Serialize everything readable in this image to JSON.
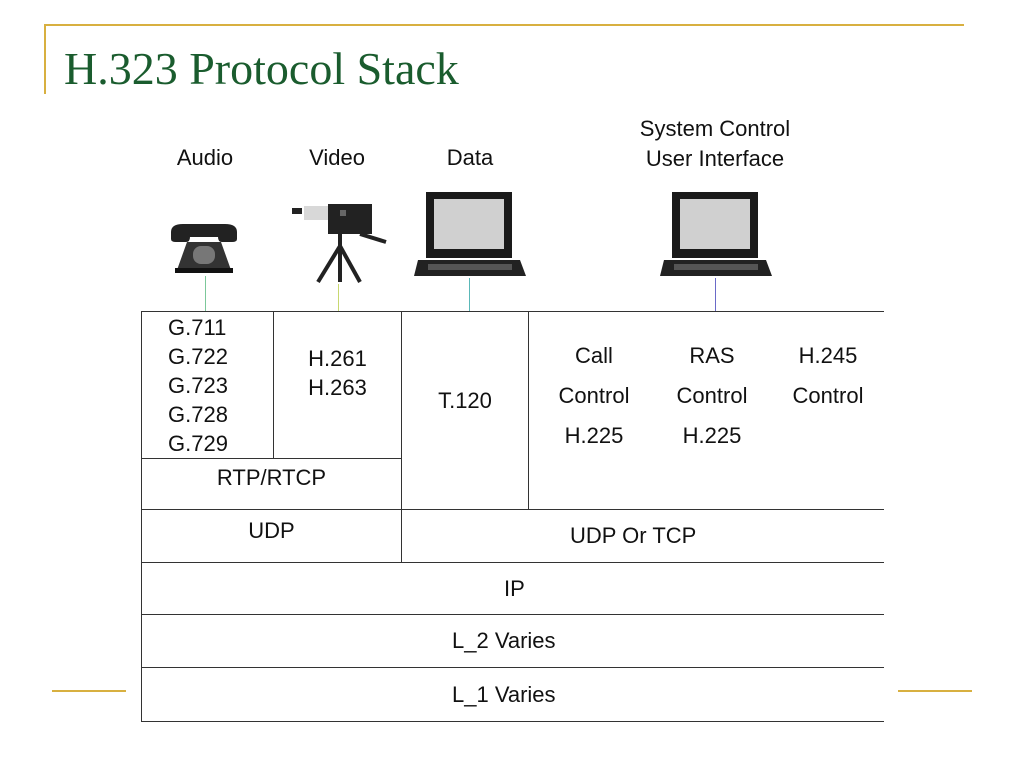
{
  "slide": {
    "title": "H.323 Protocol Stack",
    "accent_color": "#d8b040",
    "title_color": "#1a5c2e"
  },
  "media": {
    "audio": {
      "label": "Audio",
      "icon": "telephone-icon"
    },
    "video": {
      "label": "Video",
      "icon": "video-camera-icon"
    },
    "data": {
      "label": "Data",
      "icon": "computer-monitor-icon"
    },
    "system": {
      "label_line1": "System Control",
      "label_line2": "User Interface",
      "icon": "computer-monitor-icon"
    }
  },
  "stack": {
    "audio_codecs": [
      "G.711",
      "G.722",
      "G.723",
      "G.728",
      "G.729"
    ],
    "video_codecs": [
      "H.261",
      "H.263"
    ],
    "rtp": "RTP/RTCP",
    "udp": "UDP",
    "t120": "T.120",
    "call_control": [
      "Call",
      "Control",
      "H.225"
    ],
    "ras_control": [
      "RAS",
      "Control",
      "H.225"
    ],
    "h245_control": [
      "H.245",
      "Control"
    ],
    "udp_or_tcp": "UDP Or TCP",
    "ip": "IP",
    "l2": "L_2 Varies",
    "l1": "L_1 Varies"
  }
}
